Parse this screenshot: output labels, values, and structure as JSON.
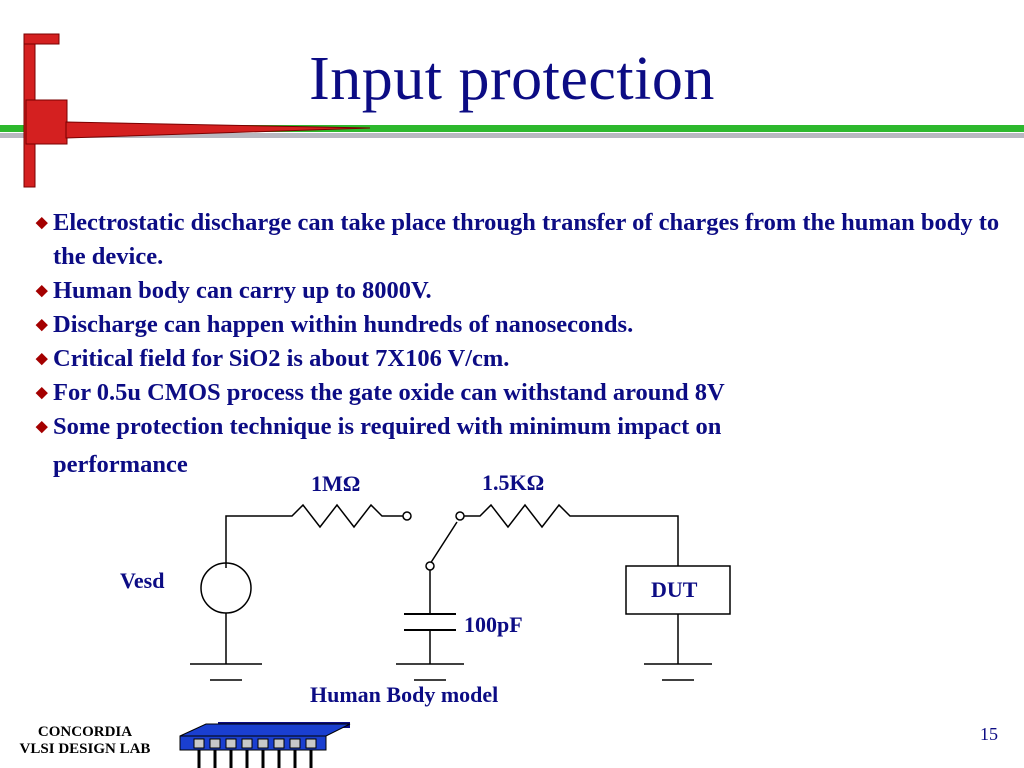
{
  "slide": {
    "title": "Input protection",
    "bullets": [
      "Electrostatic discharge can take place through transfer of charges from the human body to the device.",
      "Human body can carry up to 8000V.",
      "Discharge can happen within hundreds of nanoseconds.",
      "Critical field for SiO2 is about 7X106 V/cm.",
      "For 0.5u CMOS process the gate oxide can withstand around 8V",
      "Some protection technique is required with minimum impact on"
    ],
    "bullet_continuation": "performance"
  },
  "circuit": {
    "r1_label": "1MΩ",
    "r2_label": "1.5KΩ",
    "source_label": "Vesd",
    "capacitor_label": "100pF",
    "load_label": "DUT",
    "caption": "Human Body model"
  },
  "footer": {
    "org_line1": "CONCORDIA",
    "org_line2": "VLSI DESIGN LAB",
    "page_number": "15"
  },
  "colors": {
    "title": "#0c0c84",
    "bullet_marker": "#a40000",
    "accent_red": "#d42020",
    "accent_green": "#2db82d"
  },
  "icons": {
    "bullet": "diamond-bullet-icon",
    "logo": "chip-icon"
  }
}
